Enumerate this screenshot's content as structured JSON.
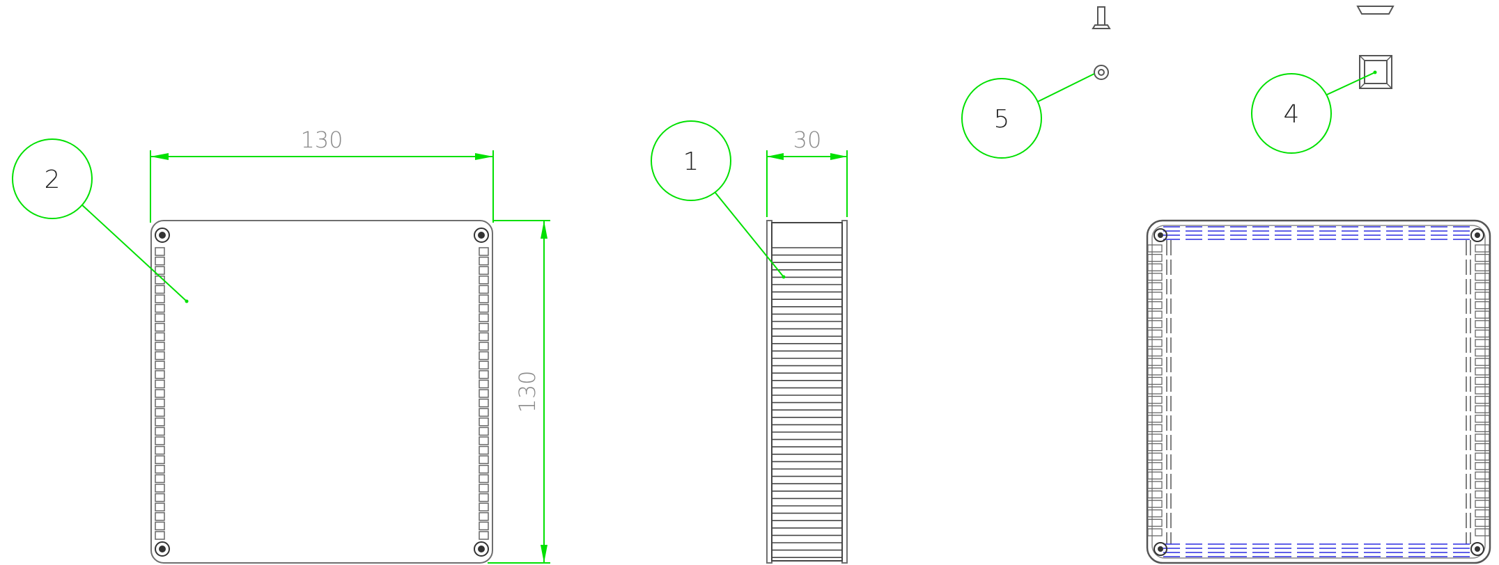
{
  "colors": {
    "background": "#ffffff",
    "outline": "#6e6e6e",
    "dimension": "#00e000",
    "dimension_text": "#8a8a8a",
    "balloon_text": "#222222",
    "hidden_line": "#2a2ae0"
  },
  "dimensions": {
    "front_width": "130",
    "front_height": "130",
    "side_width": "30"
  },
  "balloons": {
    "b1": "1",
    "b2": "2",
    "b4": "4",
    "b5": "5"
  }
}
